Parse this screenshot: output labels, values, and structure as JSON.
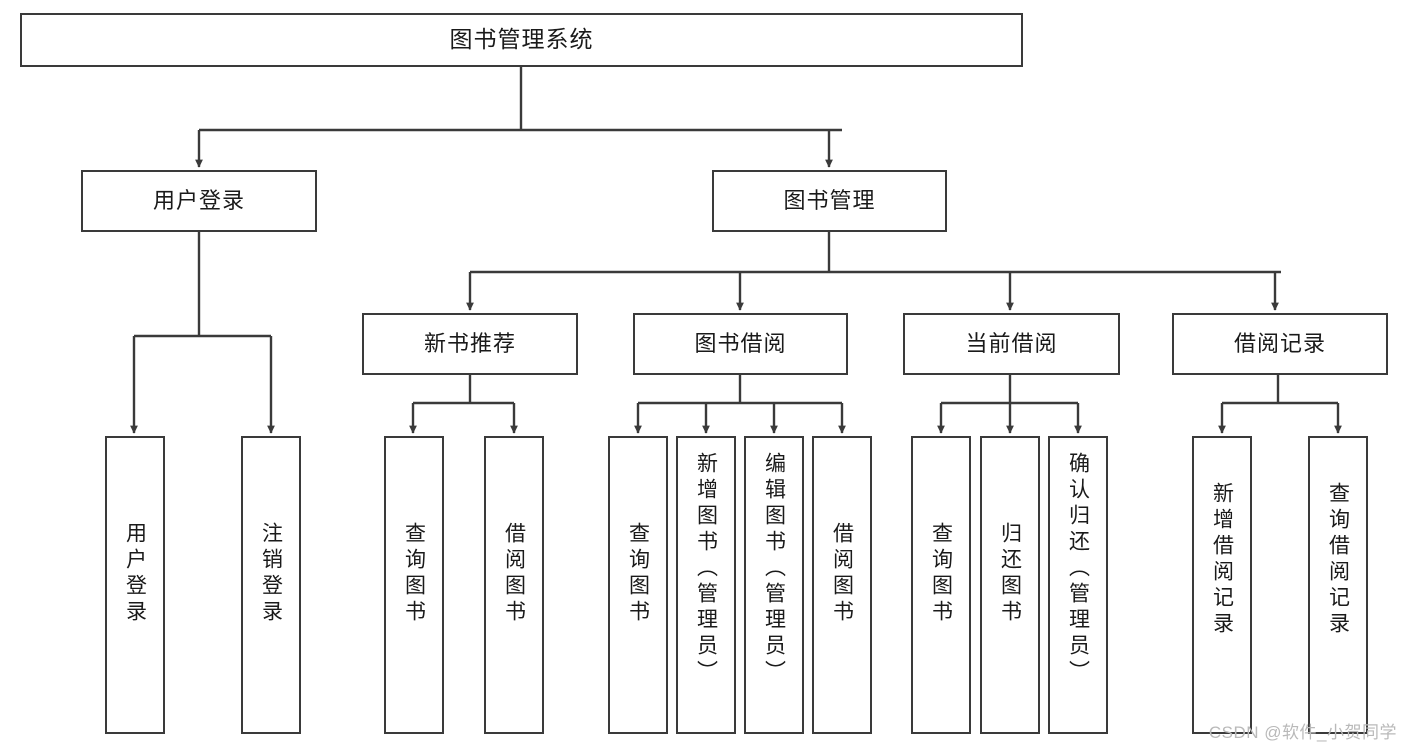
{
  "diagram": {
    "title": "图书管理系统",
    "type": "tree",
    "watermark": "CSDN @软件_小贺同学",
    "colors": {
      "box_border": "#3a3a3a",
      "box_fill": "#ffffff",
      "connector": "#3a3a3a",
      "text": "#1a1a1a",
      "watermark": "#b9b9b9",
      "background": "#ffffff"
    },
    "levels": {
      "root": {
        "label": "图书管理系统"
      },
      "level2": [
        {
          "label": "用户登录"
        },
        {
          "label": "图书管理"
        }
      ],
      "level3": [
        {
          "label": "新书推荐"
        },
        {
          "label": "图书借阅"
        },
        {
          "label": "当前借阅"
        },
        {
          "label": "借阅记录"
        }
      ],
      "leaves": {
        "user_login": [
          {
            "label": "用户登录"
          },
          {
            "label": "注销登录"
          }
        ],
        "new_book_recommend": [
          {
            "label": "查询图书"
          },
          {
            "label": "借阅图书"
          }
        ],
        "book_borrow": [
          {
            "label": "查询图书"
          },
          {
            "label": "新增图书（管理员）"
          },
          {
            "label": "编辑图书（管理员）"
          },
          {
            "label": "借阅图书"
          }
        ],
        "current_borrow": [
          {
            "label": "查询图书"
          },
          {
            "label": "归还图书"
          },
          {
            "label": "确认归还（管理员）"
          }
        ],
        "borrow_record": [
          {
            "label": "新增借阅记录"
          },
          {
            "label": "查询借阅记录"
          }
        ]
      }
    },
    "edges": [
      {
        "from": "图书管理系统",
        "to": "用户登录"
      },
      {
        "from": "图书管理系统",
        "to": "图书管理"
      },
      {
        "from": "图书管理",
        "to": "新书推荐"
      },
      {
        "from": "图书管理",
        "to": "图书借阅"
      },
      {
        "from": "图书管理",
        "to": "当前借阅"
      },
      {
        "from": "图书管理",
        "to": "借阅记录"
      },
      {
        "from": "用户登录",
        "to": "用户登录"
      },
      {
        "from": "用户登录",
        "to": "注销登录"
      },
      {
        "from": "新书推荐",
        "to": "查询图书"
      },
      {
        "from": "新书推荐",
        "to": "借阅图书"
      },
      {
        "from": "图书借阅",
        "to": "查询图书"
      },
      {
        "from": "图书借阅",
        "to": "新增图书（管理员）"
      },
      {
        "from": "图书借阅",
        "to": "编辑图书（管理员）"
      },
      {
        "from": "图书借阅",
        "to": "借阅图书"
      },
      {
        "from": "当前借阅",
        "to": "查询图书"
      },
      {
        "from": "当前借阅",
        "to": "归还图书"
      },
      {
        "from": "当前借阅",
        "to": "确认归还（管理员）"
      },
      {
        "from": "借阅记录",
        "to": "新增借阅记录"
      },
      {
        "from": "借阅记录",
        "to": "查询借阅记录"
      }
    ]
  }
}
